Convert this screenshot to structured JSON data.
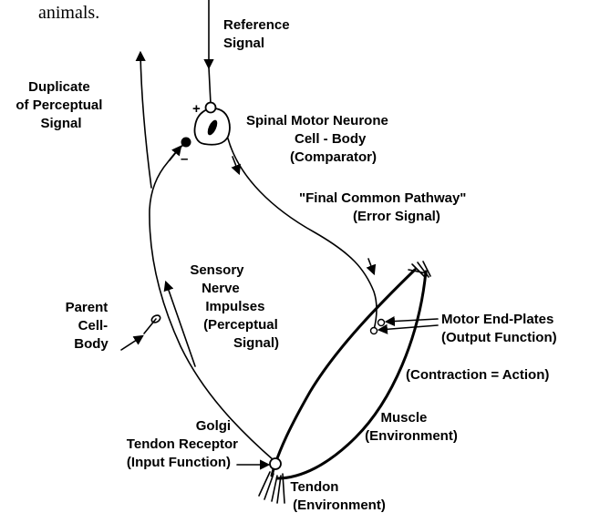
{
  "caption_fragment": "animals.",
  "labels": {
    "reference_signal": [
      "Reference",
      "Signal"
    ],
    "duplicate_perceptual": [
      "Duplicate",
      "of Perceptual",
      "Signal"
    ],
    "spinal_motor": [
      "Spinal Motor Neurone",
      "Cell - Body",
      "(Comparator)"
    ],
    "final_common_pathway": [
      "\"Final Common Pathway\"",
      "(Error Signal)"
    ],
    "sensory_nerve": [
      "Sensory",
      "Nerve",
      "Impulses",
      "(Perceptual",
      "Signal)"
    ],
    "parent_cell_body": [
      "Parent",
      "Cell-",
      "Body"
    ],
    "motor_end_plates": [
      "Motor End-Plates",
      "(Output Function)"
    ],
    "contraction": "(Contraction = Action)",
    "muscle": [
      "Muscle",
      "(Environment)"
    ],
    "golgi": [
      "Golgi",
      "Tendon Receptor",
      "(Input Function)"
    ],
    "tendon": [
      "Tendon",
      "(Environment)"
    ]
  },
  "signs": {
    "plus": "+",
    "minus": "–"
  }
}
